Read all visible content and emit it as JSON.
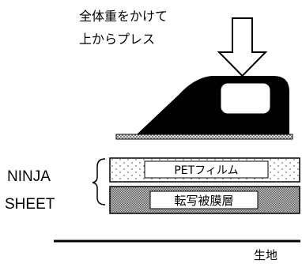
{
  "instruction": {
    "line1": "全体重をかけて",
    "line2": "上からプレス"
  },
  "layers": {
    "pet_label": "PETフィルム",
    "transfer_label": "転写被膜層"
  },
  "sheet_label": {
    "line1": "NINJA",
    "line2": "SHEET"
  },
  "fabric_label": "生地"
}
